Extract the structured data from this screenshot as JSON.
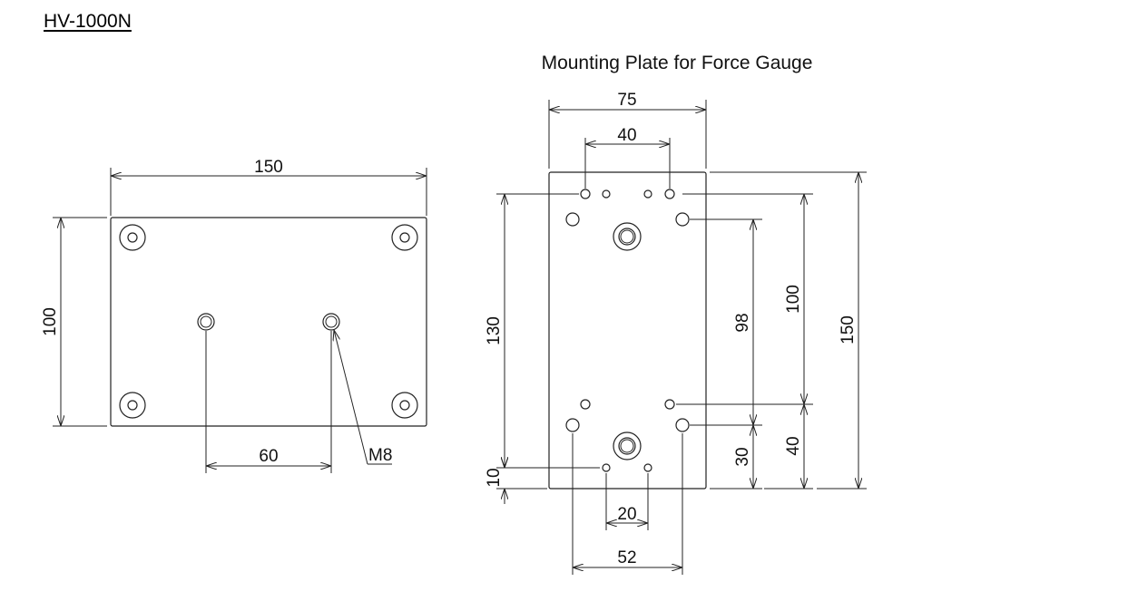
{
  "model_title": "HV-1000N",
  "plate_caption": "Mounting Plate for Force Gauge",
  "left_view": {
    "dim_width": "150",
    "dim_height": "100",
    "dim_hole_spacing": "60",
    "thread_label": "M8"
  },
  "right_view": {
    "dim_width": "75",
    "dim_top_holes": "40",
    "dim_130": "130",
    "dim_98": "98",
    "dim_100": "100",
    "dim_150": "150",
    "dim_30": "30",
    "dim_40": "40",
    "dim_10": "10",
    "dim_20": "20",
    "dim_52": "52"
  }
}
